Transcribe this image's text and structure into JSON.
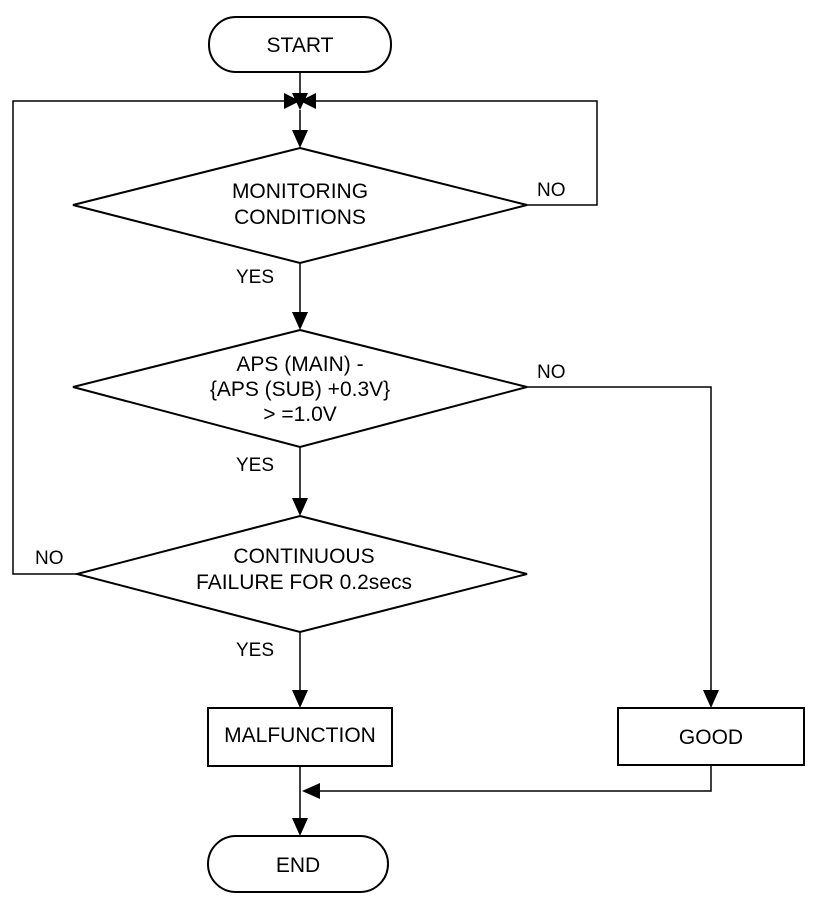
{
  "nodes": {
    "start": "START",
    "monitoring": [
      "MONITORING",
      "CONDITIONS"
    ],
    "aps_check": [
      "APS (MAIN) -",
      "{APS (SUB) +0.3V}",
      "> =1.0V"
    ],
    "continuous": [
      "CONTINUOUS",
      "FAILURE FOR 0.2secs"
    ],
    "malfunction": "MALFUNCTION",
    "good": "GOOD",
    "end": "END"
  },
  "edges": {
    "monitoring_yes": "YES",
    "monitoring_no": "NO",
    "aps_yes": "YES",
    "aps_no": "NO",
    "continuous_yes": "YES",
    "continuous_no": "NO"
  },
  "colors": {
    "stroke": "#000000",
    "fill": "#ffffff"
  }
}
